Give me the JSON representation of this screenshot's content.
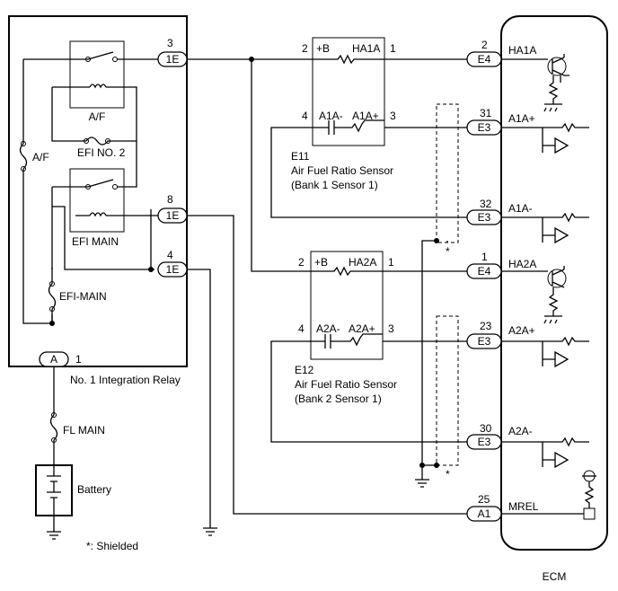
{
  "relay": {
    "title": "No. 1 Integration Relay",
    "af_relay": "A/F",
    "af_fuse": "A/F",
    "efi_no2": "EFI NO. 2",
    "efi_main_relay": "EFI MAIN",
    "efi_main_fuse": "EFI-MAIN",
    "pin_3": "3",
    "pin_8": "8",
    "pin_4": "4",
    "pin_1": "1",
    "conn_1e": "1E",
    "conn_a": "A"
  },
  "fl_main": "FL MAIN",
  "battery": "Battery",
  "shielded_note": "*: Shielded",
  "asterisk": "*",
  "sensor1": {
    "code": "E11",
    "name": "Air Fuel Ratio Sensor",
    "bank": "(Bank 1 Sensor 1)",
    "plus_b": "+B",
    "heater": "HA1A",
    "a_minus": "A1A-",
    "a_plus": "A1A+",
    "pin_2": "2",
    "pin_1": "1",
    "pin_4": "4",
    "pin_3": "3"
  },
  "sensor2": {
    "code": "E12",
    "name": "Air Fuel Ratio Sensor",
    "bank": "(Bank 2 Sensor 1)",
    "plus_b": "+B",
    "heater": "HA2A",
    "a_minus": "A2A-",
    "a_plus": "A2A+",
    "pin_2": "2",
    "pin_1": "1",
    "pin_4": "4",
    "pin_3": "3"
  },
  "ecm": {
    "label": "ECM",
    "terminals": [
      {
        "pin": "2",
        "conn": "E4",
        "signal": "HA1A"
      },
      {
        "pin": "31",
        "conn": "E3",
        "signal": "A1A+"
      },
      {
        "pin": "32",
        "conn": "E3",
        "signal": "A1A-"
      },
      {
        "pin": "1",
        "conn": "E4",
        "signal": "HA2A"
      },
      {
        "pin": "23",
        "conn": "E3",
        "signal": "A2A+"
      },
      {
        "pin": "30",
        "conn": "E3",
        "signal": "A2A-"
      },
      {
        "pin": "25",
        "conn": "A1",
        "signal": "MREL"
      }
    ]
  }
}
